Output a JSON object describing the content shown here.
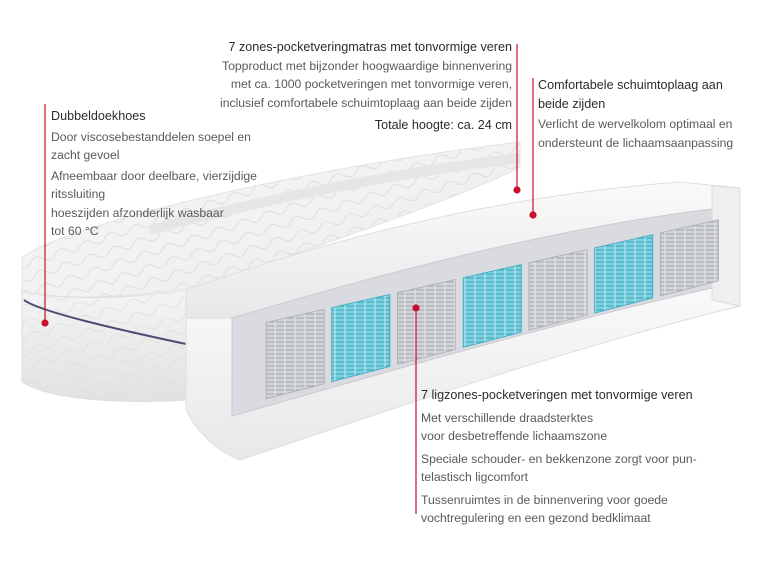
{
  "colors": {
    "accent": "#c8102e",
    "foam": "#f3f3f3",
    "spring_blue": "#55c3d6",
    "spring_grey": "#b9bcc2",
    "seam": "#4b4d72"
  },
  "callouts": {
    "top": {
      "title": "7 zones-pocketveringmatras met tonvormige veren",
      "lines": [
        "Topproduct met bijzonder hoogwaardige binnenvering",
        "met ca. 1000 pocketveringen met tonvormige veren,",
        "inclusief comfortabele schuimtoplaag aan beide zijden"
      ],
      "height": "Totale hoogte: ca. 24 cm"
    },
    "left": {
      "title": "Dubbeldoekhoes",
      "para1": [
        "Door viscosebestanddelen soepel en",
        "zacht gevoel"
      ],
      "para2": [
        "Afneembaar door deelbare, vierzijdige",
        "ritssluiting",
        "hoeszijden afzonderlijk wasbaar",
        "tot 60 °C"
      ]
    },
    "right": {
      "title": [
        "Comfortabele schuimtoplaag aan",
        "beide zijden"
      ],
      "para": [
        "Verlicht de wervelkolom optimaal en",
        "ondersteunt de lichaamsaanpassing"
      ]
    },
    "bottom": {
      "title": "7 ligzones-pocketveringen met tonvormige veren",
      "para1": [
        "Met verschillende draadsterktes",
        "voor desbetreffende lichaamszone"
      ],
      "para2": [
        "Speciale schouder- en bekkenzone zorgt voor pun-",
        "telastisch ligcomfort"
      ],
      "para3": [
        "Tussenruimtes in de binnenvering voor goede",
        "vochtregulering en een gezond bedklimaat"
      ]
    }
  }
}
